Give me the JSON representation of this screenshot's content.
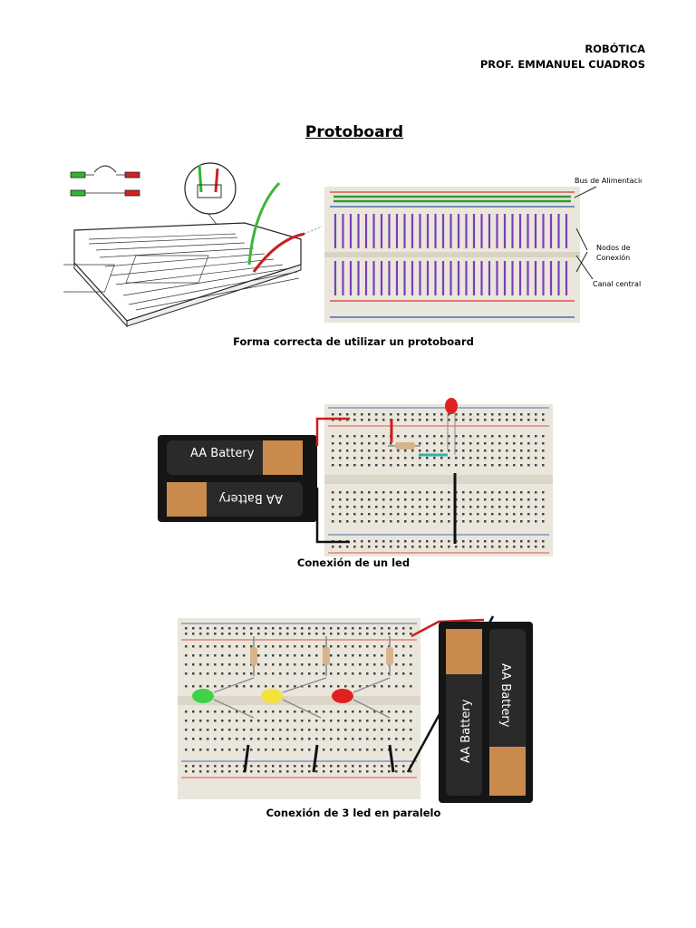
{
  "header": {
    "subject": "ROBÓTICA",
    "teacher": "PROF. EMMANUEL CUADROS"
  },
  "title": "Protoboard",
  "figures": [
    {
      "caption": "Forma correcta de utilizar un protoboard",
      "labels": {
        "bus": "Bus de Alimentación",
        "nodes": "Nodos de\nConexión",
        "channel": "Canal central"
      }
    },
    {
      "caption": "Conexión de un led"
    },
    {
      "caption": "Conexión de 3 led en paralelo"
    }
  ],
  "battery_label": "AA Battery",
  "colors": {
    "breadboard": "#eae6dc",
    "rail_red": "#d9534f",
    "rail_blue": "#4a6fb5",
    "hole_green": "#2e9b3a",
    "wire_red": "#d01c1c",
    "wire_black": "#111111",
    "wire_teal": "#2bb5a8",
    "node_purple": "#7b3fb7",
    "battery_copper": "#c98a4b",
    "led_red": "#e02020",
    "led_yellow": "#f2e23a",
    "led_green": "#3fd14a"
  }
}
